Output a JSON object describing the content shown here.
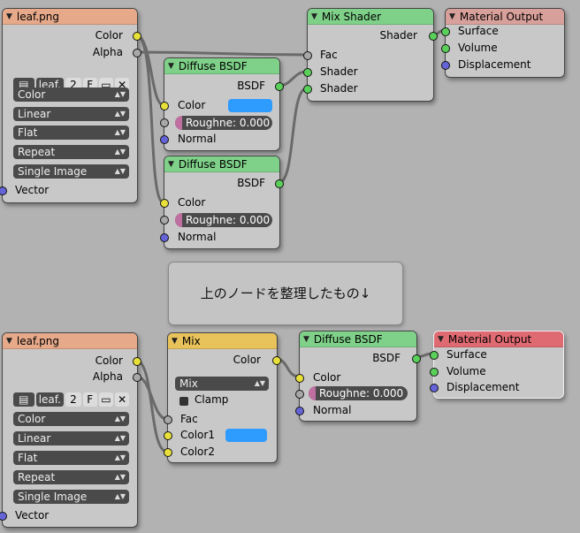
{
  "top": {
    "image_texture": {
      "title": "leaf.png",
      "out_color": "Color",
      "out_alpha": "Alpha",
      "image_name": "leaf.",
      "users": "2",
      "fake_user": "F",
      "color_space": "Color",
      "interpolation": "Linear",
      "projection": "Flat",
      "extension": "Repeat",
      "source": "Single Image",
      "in_vector": "Vector"
    },
    "diffuse1": {
      "title": "Diffuse BSDF",
      "out_bsdf": "BSDF",
      "in_color": "Color",
      "in_roughness": "Roughne: 0.000",
      "in_normal": "Normal"
    },
    "diffuse2": {
      "title": "Diffuse BSDF",
      "out_bsdf": "BSDF",
      "in_color": "Color",
      "in_roughness": "Roughne: 0.000",
      "in_normal": "Normal"
    },
    "mix_shader": {
      "title": "Mix Shader",
      "out_shader": "Shader",
      "in_fac": "Fac",
      "in_shader1": "Shader",
      "in_shader2": "Shader"
    },
    "material_output": {
      "title": "Material Output",
      "in_surface": "Surface",
      "in_volume": "Volume",
      "in_displacement": "Displacement"
    }
  },
  "note": {
    "text": "上のノードを整理したもの↓"
  },
  "bottom": {
    "image_texture": {
      "title": "leaf.png",
      "out_color": "Color",
      "out_alpha": "Alpha",
      "image_name": "leaf.",
      "users": "2",
      "fake_user": "F",
      "color_space": "Color",
      "interpolation": "Linear",
      "projection": "Flat",
      "extension": "Repeat",
      "source": "Single Image",
      "in_vector": "Vector"
    },
    "mix": {
      "title": "Mix",
      "out_color": "Color",
      "blend_type": "Mix",
      "clamp": "Clamp",
      "in_fac": "Fac",
      "in_color1": "Color1",
      "in_color2": "Color2"
    },
    "diffuse": {
      "title": "Diffuse BSDF",
      "out_bsdf": "BSDF",
      "in_color": "Color",
      "in_roughness": "Roughne: 0.000",
      "in_normal": "Normal"
    },
    "material_output": {
      "title": "Material Output",
      "in_surface": "Surface",
      "in_volume": "Volume",
      "in_displacement": "Displacement"
    }
  },
  "colors": {
    "background": "#b2b2b2",
    "node_body": "#c8c8c8",
    "texture_header": "#e6a98a",
    "shader_header": "#7fd189",
    "output_header": "#d8a09a",
    "active_output_header": "#e06a72",
    "color_header": "#e8c25a",
    "color_swatch": "#2e9bff",
    "socket_color": "#e8e03a",
    "socket_gray": "#a8a8a8",
    "socket_shader": "#5ad05a",
    "socket_vector": "#6464d8"
  }
}
